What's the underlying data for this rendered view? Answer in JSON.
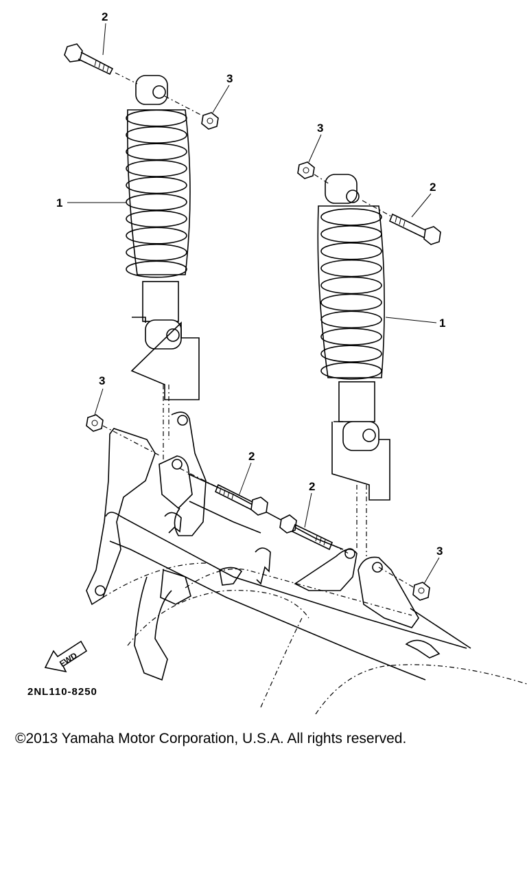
{
  "diagram": {
    "part_code": "2NL110-8250",
    "direction_label": "FWD",
    "callouts": {
      "shock_left": "1",
      "shock_right": "1",
      "bolt_top_left": "2",
      "bolt_top_right": "2",
      "bolt_lower_left": "2",
      "bolt_lower_right": "2",
      "nut_top_left": "3",
      "nut_top_right": "3",
      "nut_lower_left": "3",
      "nut_lower_right": "3"
    }
  },
  "footer": {
    "copyright": "©2013 Yamaha Motor Corporation, U.S.A. All rights reserved."
  }
}
